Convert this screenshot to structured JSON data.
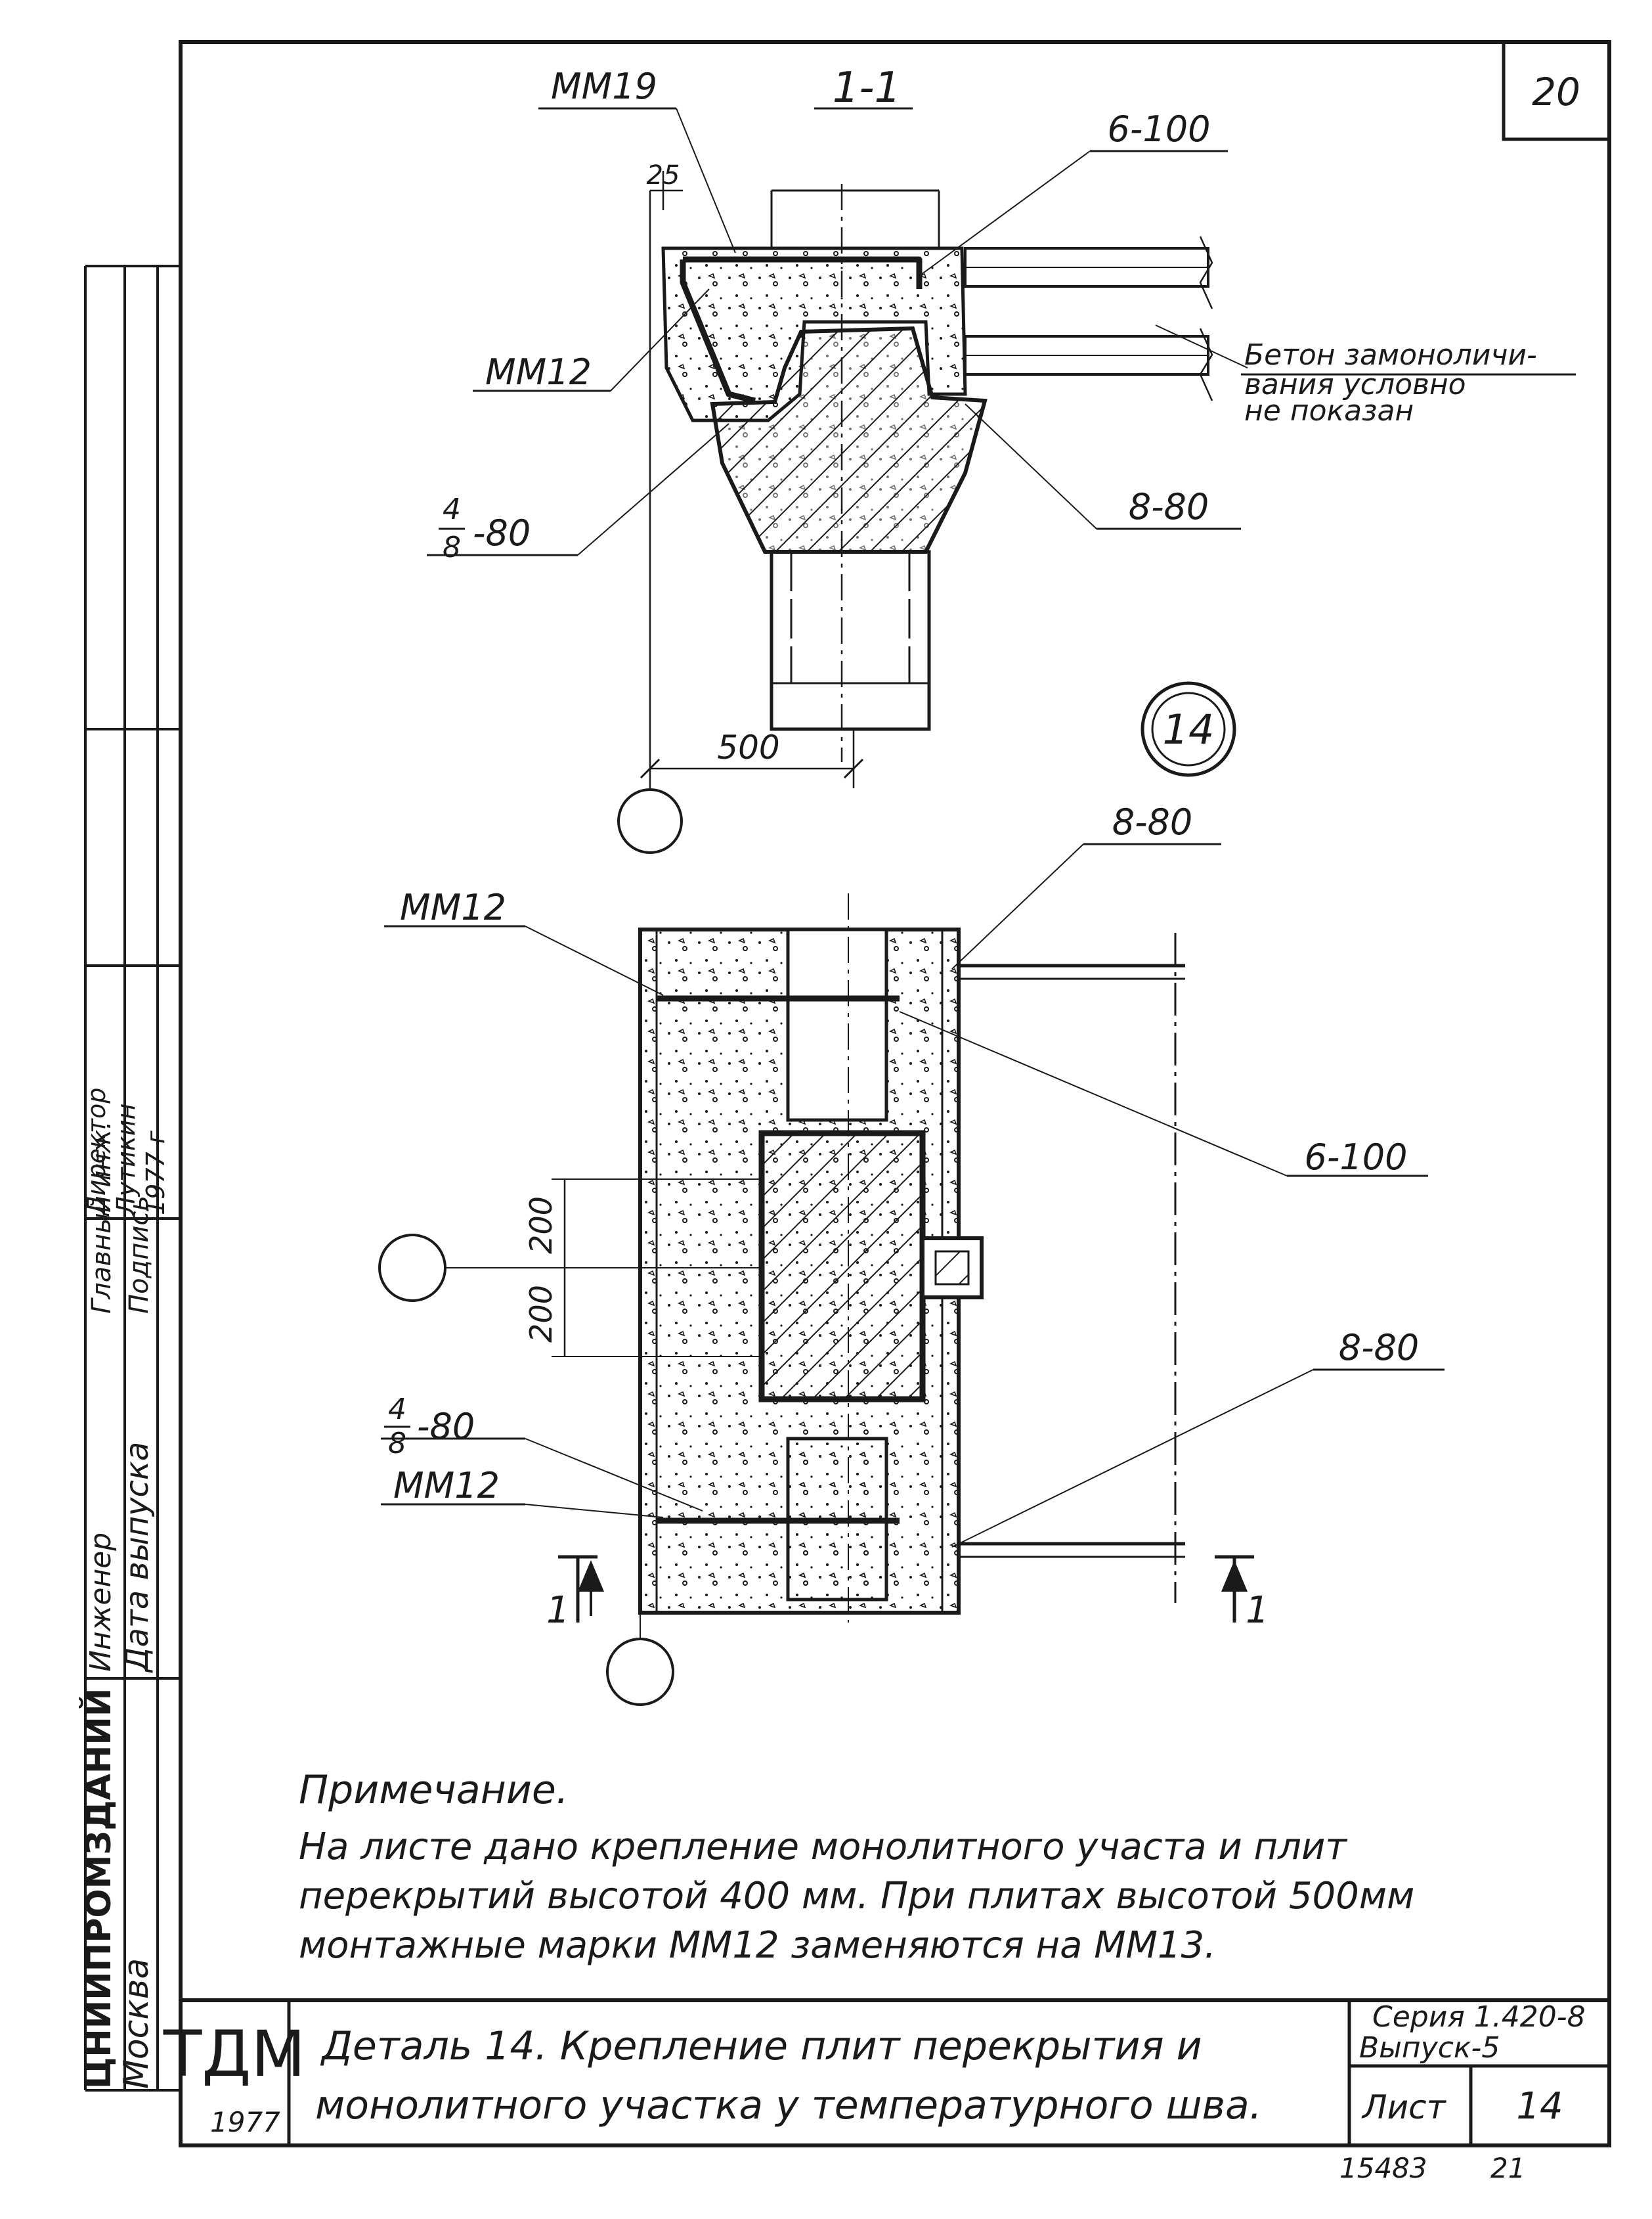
{
  "sheet": {
    "corner_number": "20",
    "detail_circle": "14",
    "note_title": "Примечание.",
    "note_lines": [
      "На листе дано крепление монолитного участа и плит",
      "перекрытий высотой 400 мм. При плитах высотой 500мм",
      "монтажные марки ММ12 заменяются на ММ13."
    ],
    "footer_code": "15483",
    "footer_page": "21"
  },
  "section": {
    "title": "1-1",
    "dim_25": "25",
    "dim_500": "500",
    "labels": {
      "mm19": "ММ19",
      "mm12": "ММ12",
      "weld_6_100": "6-100",
      "weld_8_80": "8-80",
      "frac_num": "4",
      "frac_den": "8",
      "frac_tail": "-80",
      "concrete_note": [
        "Бетон замоноличи-",
        "вания условно",
        "не показан"
      ]
    }
  },
  "plan": {
    "labels": {
      "weld_8_80_top": "8-80",
      "mm12_top": "ММ12",
      "weld_6_100": "6-100",
      "dim_200_a": "200",
      "dim_200_b": "200",
      "weld_8_80_bottom": "8-80",
      "frac_num": "4",
      "frac_den": "8",
      "frac_tail": "-80",
      "mm12_bottom": "ММ12",
      "cut_left": "1",
      "cut_right": "1"
    }
  },
  "stamp": {
    "org": "ТДМ",
    "year": "1977",
    "title_line1": "Деталь 14. Крепление плит перекрытия и",
    "title_line2": "монолитного участка у температурного шва.",
    "series": "Серия 1.420-8",
    "issue": "Выпуск-5",
    "sheet_label": "Лист",
    "sheet_no": "14"
  },
  "side_strip": {
    "org": "ЦНИИПРОМЗДАНИЙ",
    "city": "Москва",
    "col2": [
      "Инженер",
      "Дата выпуска"
    ],
    "col3": [
      "Главный инж.",
      "Подпись"
    ],
    "col4": [
      "Директор",
      "Лутикин",
      "1977 г"
    ]
  }
}
